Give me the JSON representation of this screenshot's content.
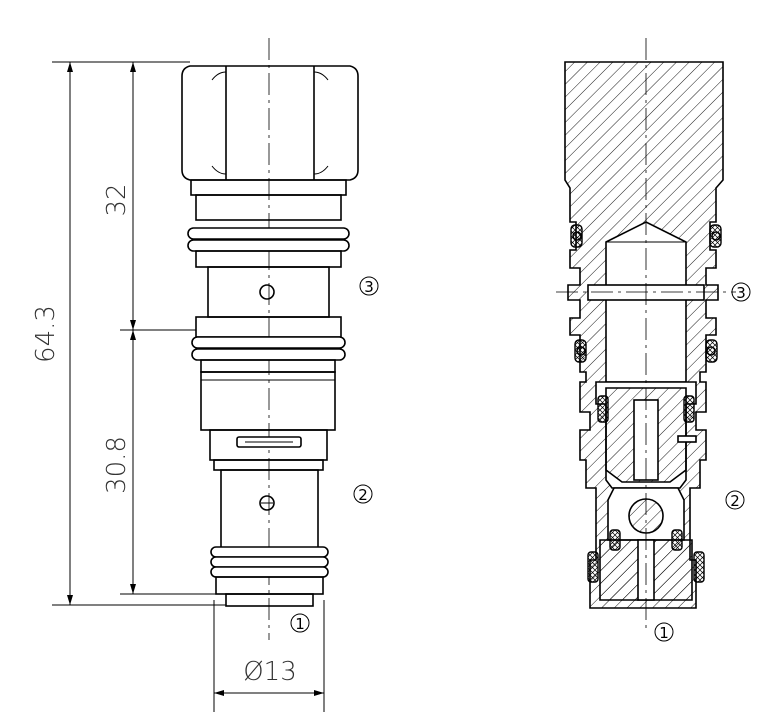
{
  "dimensions": {
    "overall_length": "64.3",
    "upper_length": "32",
    "lower_length": "30.8",
    "diameter": "Ø13"
  },
  "ports": {
    "port1": "1",
    "port2": "2",
    "port3": "3"
  }
}
